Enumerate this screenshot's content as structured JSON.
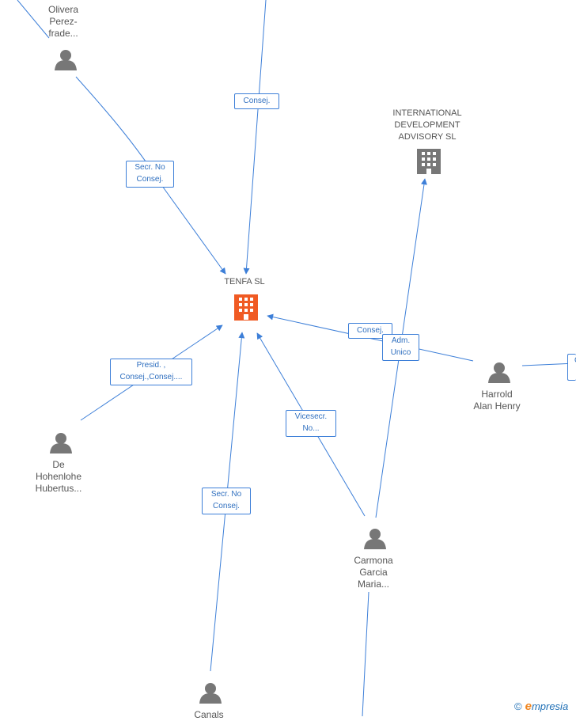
{
  "nodes": {
    "tenfa": {
      "label": "TENFA SL",
      "icon": "building-icon",
      "color": "#f05a23"
    },
    "intl": {
      "label": "INTERNATIONAL\nDEVELOPMENT\nADVISORY SL",
      "icon": "building-icon",
      "color": "#777777"
    },
    "olivera": {
      "label": "Olivera\nPerez-\nfrade...",
      "icon": "person-icon"
    },
    "harrold": {
      "label": "Harrold\nAlan Henry",
      "icon": "person-icon"
    },
    "dehohenlohe": {
      "label": "De\nHohenlohe\nHubertus...",
      "icon": "person-icon"
    },
    "carmona": {
      "label": "Carmona\nGarcia\nMaria...",
      "icon": "person-icon"
    },
    "canals": {
      "label": "Canals",
      "icon": "person-icon"
    }
  },
  "edge_labels": {
    "consej_top": "Consej.",
    "secr_olivera": "Secr.  No\nConsej.",
    "consej_harrold": "Consej.",
    "adm_unico": "Adm.\nUnico",
    "presid": "Presid. ,\nConsej.,Consej....",
    "vicesecr": "Vicesecr.\nNo...",
    "secr_canals": "Secr.  No\nConsej.",
    "offscreen_right": "C"
  },
  "brand": {
    "copyright": "©",
    "e": "e",
    "rest": "mpresia"
  },
  "colors": {
    "edge": "#3d7fd8",
    "person": "#777777"
  }
}
